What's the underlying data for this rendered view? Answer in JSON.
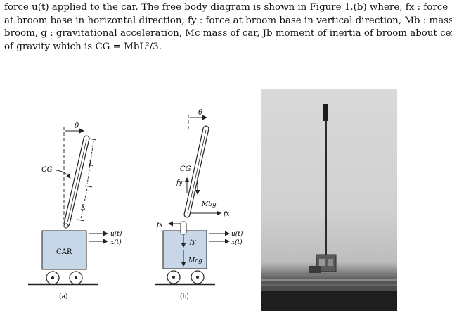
{
  "paragraph": {
    "lines": [
      "force u(t) applied to the car.  The free body diagram is shown in Figure 1.(b) where, fx : force",
      "at broom base in horizontal direction, fy : force at broom base in vertical direction, Mb : mass of",
      "broom, g : gravitational acceleration, Mc mass of car, Jb moment of inertia of broom about center",
      "of gravity which is CG = MbL²/3."
    ]
  },
  "figure_a": {
    "theta": "θ",
    "cg": "CG",
    "L_upper": "L",
    "L_lower": "L",
    "input_force": "u(t)",
    "position": "x(t)",
    "car": "CAR",
    "caption": "(a)"
  },
  "figure_b": {
    "theta": "θ",
    "cg": "CG",
    "fy_broom": "fy",
    "broom_weight": "Mbg",
    "fx_broom": "fx",
    "fx_car": "fx",
    "fy_car": "fy",
    "input_force": "u(t)",
    "position": "x(t)",
    "car_weight": "Mcg",
    "caption": "(b)"
  },
  "photo": {}
}
